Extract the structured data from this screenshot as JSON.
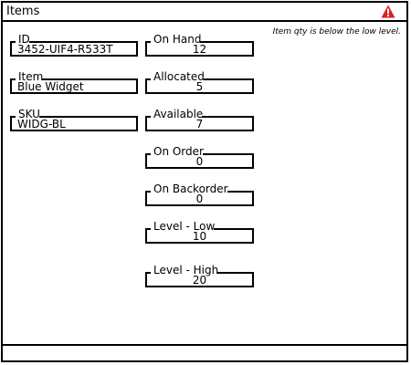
{
  "window": {
    "title": "Items",
    "status_message": "Item qty is below the low level."
  },
  "left_fields": [
    {
      "label": "ID",
      "value": "3452-UIF4-R533T"
    },
    {
      "label": "Item",
      "value": "Blue Widget"
    },
    {
      "label": "SKU",
      "value": "WIDG-BL"
    }
  ],
  "right_fields": [
    {
      "label": "On Hand",
      "value": "12"
    },
    {
      "label": "Allocated",
      "value": "5"
    },
    {
      "label": "Available",
      "value": "7"
    },
    {
      "label": "On Order",
      "value": "0"
    },
    {
      "label": "On Backorder",
      "value": "0"
    },
    {
      "label": "Level - Low",
      "value": "10"
    },
    {
      "label": "Level - High",
      "value": "20"
    }
  ],
  "icons": {
    "alert": "warning-triangle-icon"
  },
  "colors": {
    "alert": "#d62222"
  }
}
